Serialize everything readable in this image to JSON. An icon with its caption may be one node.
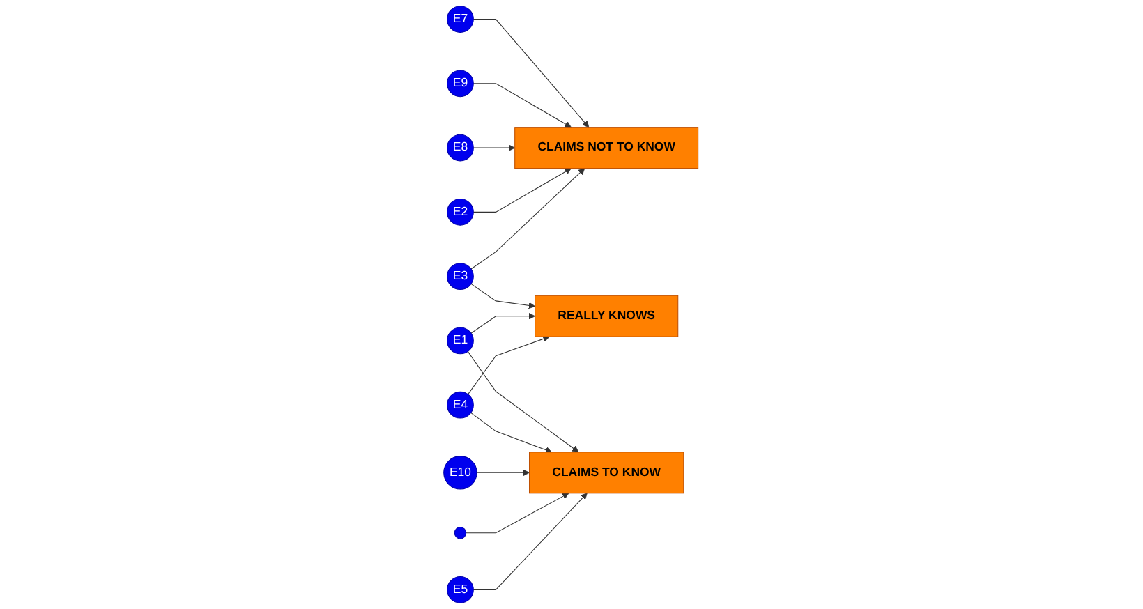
{
  "diagram": {
    "nodes": [
      {
        "text": [
          "E7"
        ]
      },
      {
        "text": [
          "E9"
        ]
      },
      {
        "text": [
          "CLAIMS NOT TO KNOW"
        ]
      },
      {
        "text": [
          "E3"
        ]
      },
      {
        "text": [
          "E8"
        ]
      },
      {
        "text": [
          "E2"
        ]
      },
      {
        "text": [
          "REALLY KNOWS"
        ]
      },
      {
        "text": [
          "E1"
        ]
      },
      {
        "text": [
          "E4"
        ]
      },
      {
        "text": [
          "E10"
        ]
      },
      {
        "text": [
          "CLAIMS TO KNOW"
        ]
      },
      {
        "text": [],
        "shape": "circle"
      },
      {
        "text": [
          "E5"
        ]
      }
    ],
    "edges": [
      {
        "from": 0,
        "to": 2,
        "arrow": "to"
      },
      {
        "from": 1,
        "to": 2,
        "arrow": "to"
      },
      {
        "from": 4,
        "to": 2,
        "arrow": "to"
      },
      {
        "from": 5,
        "to": 2,
        "arrow": "to"
      },
      {
        "from": 3,
        "to": 2,
        "arrow": "to"
      },
      {
        "from": 3,
        "to": 6,
        "arrow": "to"
      },
      {
        "from": 7,
        "to": 6,
        "arrow": "to"
      },
      {
        "from": 8,
        "to": 6,
        "arrow": "to"
      },
      {
        "from": 7,
        "to": 10,
        "arrow": "to"
      },
      {
        "from": 8,
        "to": 10,
        "arrow": "to"
      },
      {
        "from": 9,
        "to": 10,
        "arrow": "to"
      },
      {
        "from": 11,
        "to": 10,
        "arrow": "to"
      },
      {
        "from": 12,
        "to": 10,
        "arrow": "to"
      }
    ]
  }
}
